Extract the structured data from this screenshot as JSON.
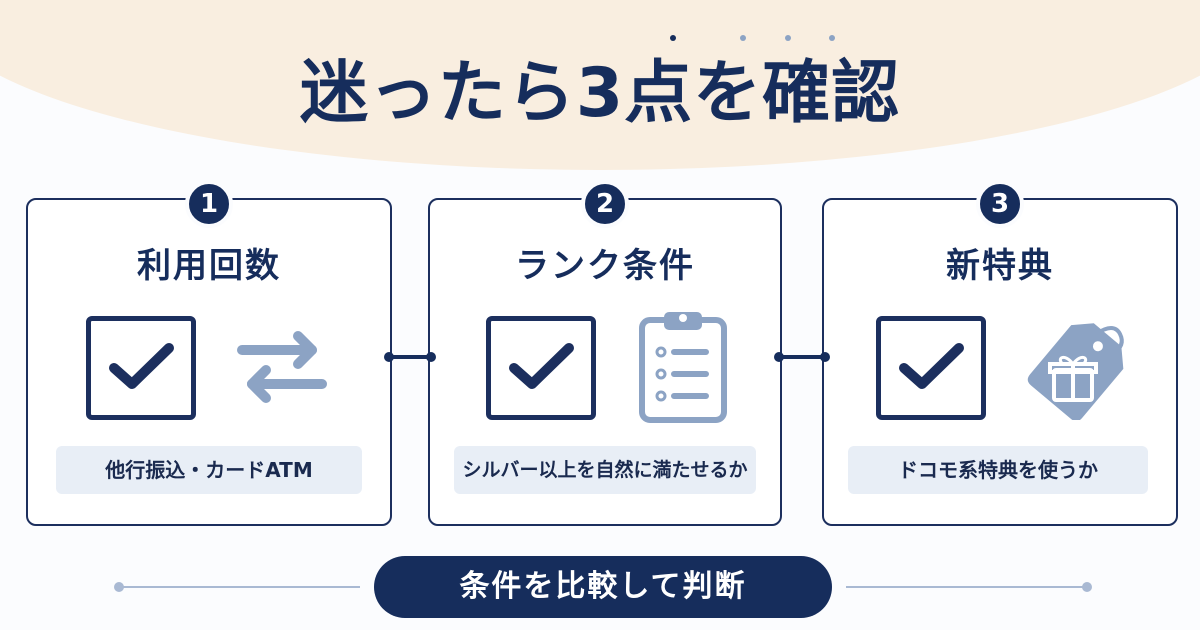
{
  "title": "迷ったら3点を確認",
  "cards": [
    {
      "number": "1",
      "title": "利用回数",
      "caption": "他行振込・カードATM",
      "check_icon": "checkbox-check-icon",
      "side_icon": "exchange-arrows-icon"
    },
    {
      "number": "2",
      "title": "ランク条件",
      "caption": "シルバー以上を自然に満たせるか",
      "check_icon": "checkbox-check-icon",
      "side_icon": "clipboard-list-icon"
    },
    {
      "number": "3",
      "title": "新特典",
      "caption": "ドコモ系特典を使うか",
      "check_icon": "checkbox-check-icon",
      "side_icon": "gift-tag-icon"
    }
  ],
  "conclusion": "条件を比較して判断",
  "colors": {
    "navy": "#162d5c",
    "light_blue": "#8ca3c4",
    "caption_bg": "#e8eef6",
    "top_band": "#f9eee0",
    "background": "#fbfcfe"
  }
}
